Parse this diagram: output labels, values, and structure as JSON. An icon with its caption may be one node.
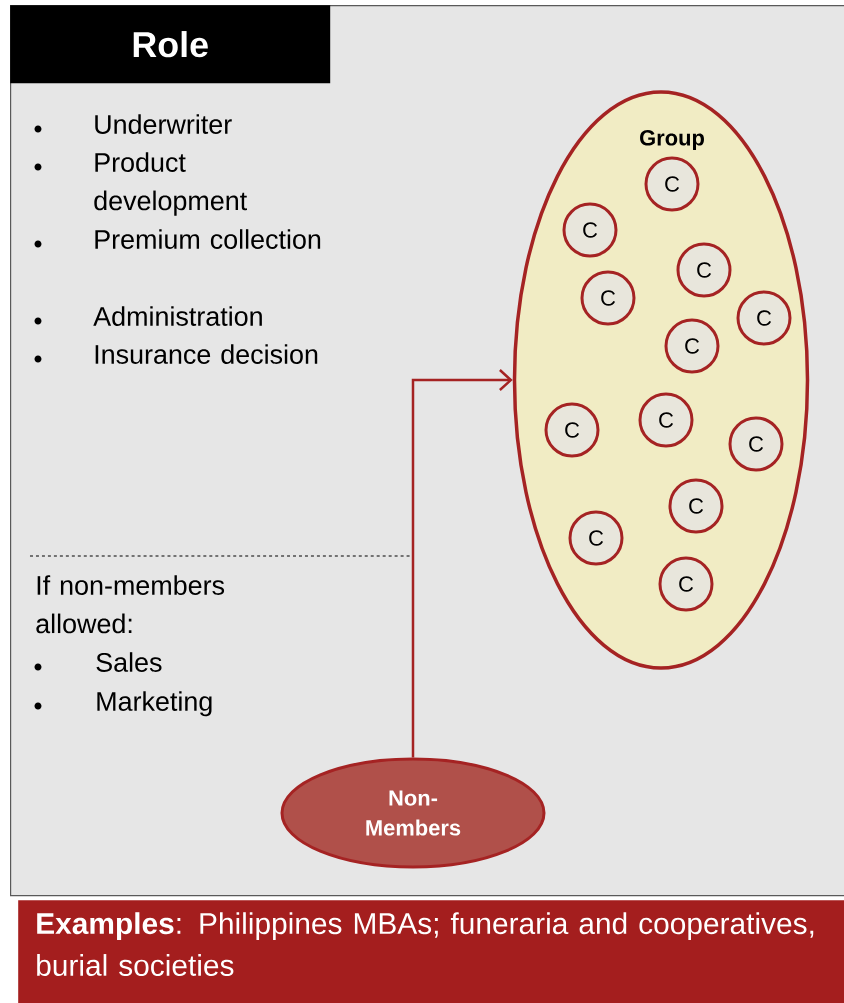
{
  "diagram": {
    "nodes": [
      {
        "text": [
          "Role"
        ]
      },
      {
        "text": [
          "Group"
        ],
        "in": 0
      },
      {
        "text": [
          "C"
        ],
        "in": 1
      },
      {
        "text": [
          "C"
        ],
        "in": 1
      },
      {
        "text": [
          "C"
        ],
        "in": 1
      },
      {
        "text": [
          "C"
        ],
        "in": 1
      },
      {
        "text": [
          "C"
        ],
        "in": 1
      },
      {
        "text": [
          "C"
        ],
        "in": 1
      },
      {
        "text": [
          "C"
        ],
        "in": 1
      },
      {
        "text": [
          "C"
        ],
        "in": 1
      },
      {
        "text": [
          "C"
        ],
        "in": 1
      },
      {
        "text": [
          "C"
        ],
        "in": 1
      },
      {
        "text": [
          "C"
        ],
        "in": 1
      },
      {
        "text": [
          "C"
        ],
        "in": 1
      },
      {
        "text": [
          "Non-Members"
        ],
        "in": 0
      },
      {
        "text": [
          "**Examples**: Philippines MBAs; funeraria and cooperatives, burial societies"
        ]
      }
    ],
    "edges": [
      {
        "from": 14,
        "to": 1,
        "arrow": "to"
      }
    ],
    "labels": [
      "Underwriter",
      "Product development",
      "Premium collection",
      "Administration",
      "Insurance decision",
      "If non-members allowed:",
      "Sales",
      "Marketing"
    ]
  }
}
